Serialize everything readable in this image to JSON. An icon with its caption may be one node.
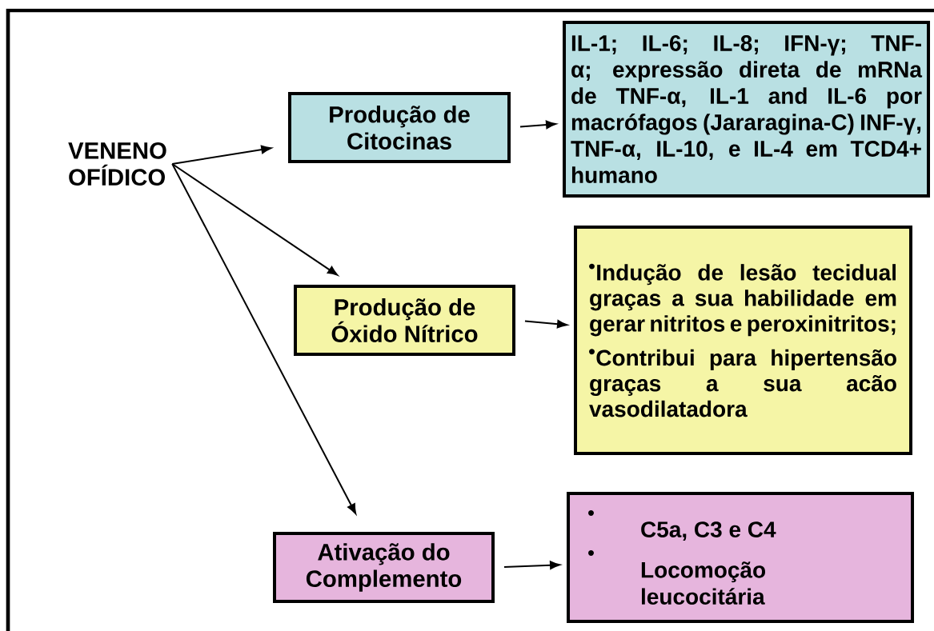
{
  "diagram": {
    "nodes": [
      {
        "text": [
          "VENENO OFÍDICO"
        ]
      },
      {
        "text": [
          "Produção de Citocinas"
        ]
      },
      {
        "text": [
          "IL-1; IL-6; IL-8; IFN-γ; TNF-α; expressão direta de mRNa de TNF-α, IL-1 and IL-6 por macrófagos (Jararagina-C) INF-γ, TNF-α, IL-10, e IL-4 em TCD4+ humano"
        ]
      },
      {
        "text": [
          "Produção de Óxido Nítrico"
        ]
      },
      {
        "text": [
          "Indução de lesão tecidual graças a sua habilidade em gerar nitritos e peroxinitritos;",
          "Contribui para hipertensão graças a sua acão vasodilatadora"
        ]
      },
      {
        "text": [
          "Ativação do Complemento"
        ]
      },
      {
        "text": [
          "C5a, C3 e C4",
          "Locomoção leucocitária"
        ]
      }
    ],
    "edges": [
      {
        "from": 0,
        "to": 1,
        "arrow": "to"
      },
      {
        "from": 0,
        "to": 3,
        "arrow": "to"
      },
      {
        "from": 0,
        "to": 5,
        "arrow": "to"
      },
      {
        "from": 1,
        "to": 2,
        "arrow": "to"
      },
      {
        "from": 3,
        "to": 4,
        "arrow": "to"
      },
      {
        "from": 5,
        "to": 6,
        "arrow": "to"
      }
    ]
  }
}
